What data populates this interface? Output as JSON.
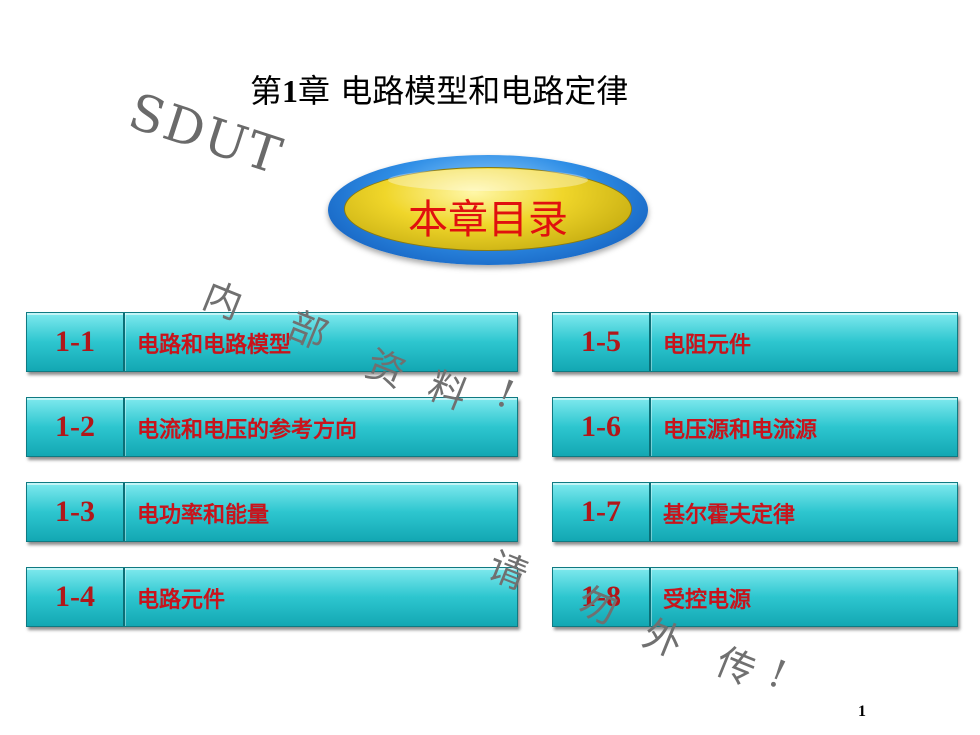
{
  "slide": {
    "title_prefix": "第",
    "title_number": "1",
    "title_rest": "章  电路模型和电路定律",
    "badge_label": "本章目录",
    "page_number": "1"
  },
  "watermark": {
    "sdut": "SDUT",
    "chars": [
      "内",
      "部",
      "资",
      "料",
      "!",
      "请",
      "勿",
      "外",
      "传",
      "!"
    ]
  },
  "sections": [
    {
      "number": "1-1",
      "label": "电路和电路模型"
    },
    {
      "number": "1-2",
      "label": "电流和电压的参考方向"
    },
    {
      "number": "1-3",
      "label": "电功率和能量"
    },
    {
      "number": "1-4",
      "label": "电路元件"
    },
    {
      "number": "1-5",
      "label": "电阻元件"
    },
    {
      "number": "1-6",
      "label": "电压源和电流源"
    },
    {
      "number": "1-7",
      "label": "基尔霍夫定律"
    },
    {
      "number": "1-8",
      "label": "受控电源"
    }
  ],
  "colors": {
    "button_fill": "#2dc6cf",
    "label_red": "#c8141c",
    "badge_yellow": "#f0d62a",
    "badge_blue": "#2f8ee6"
  }
}
